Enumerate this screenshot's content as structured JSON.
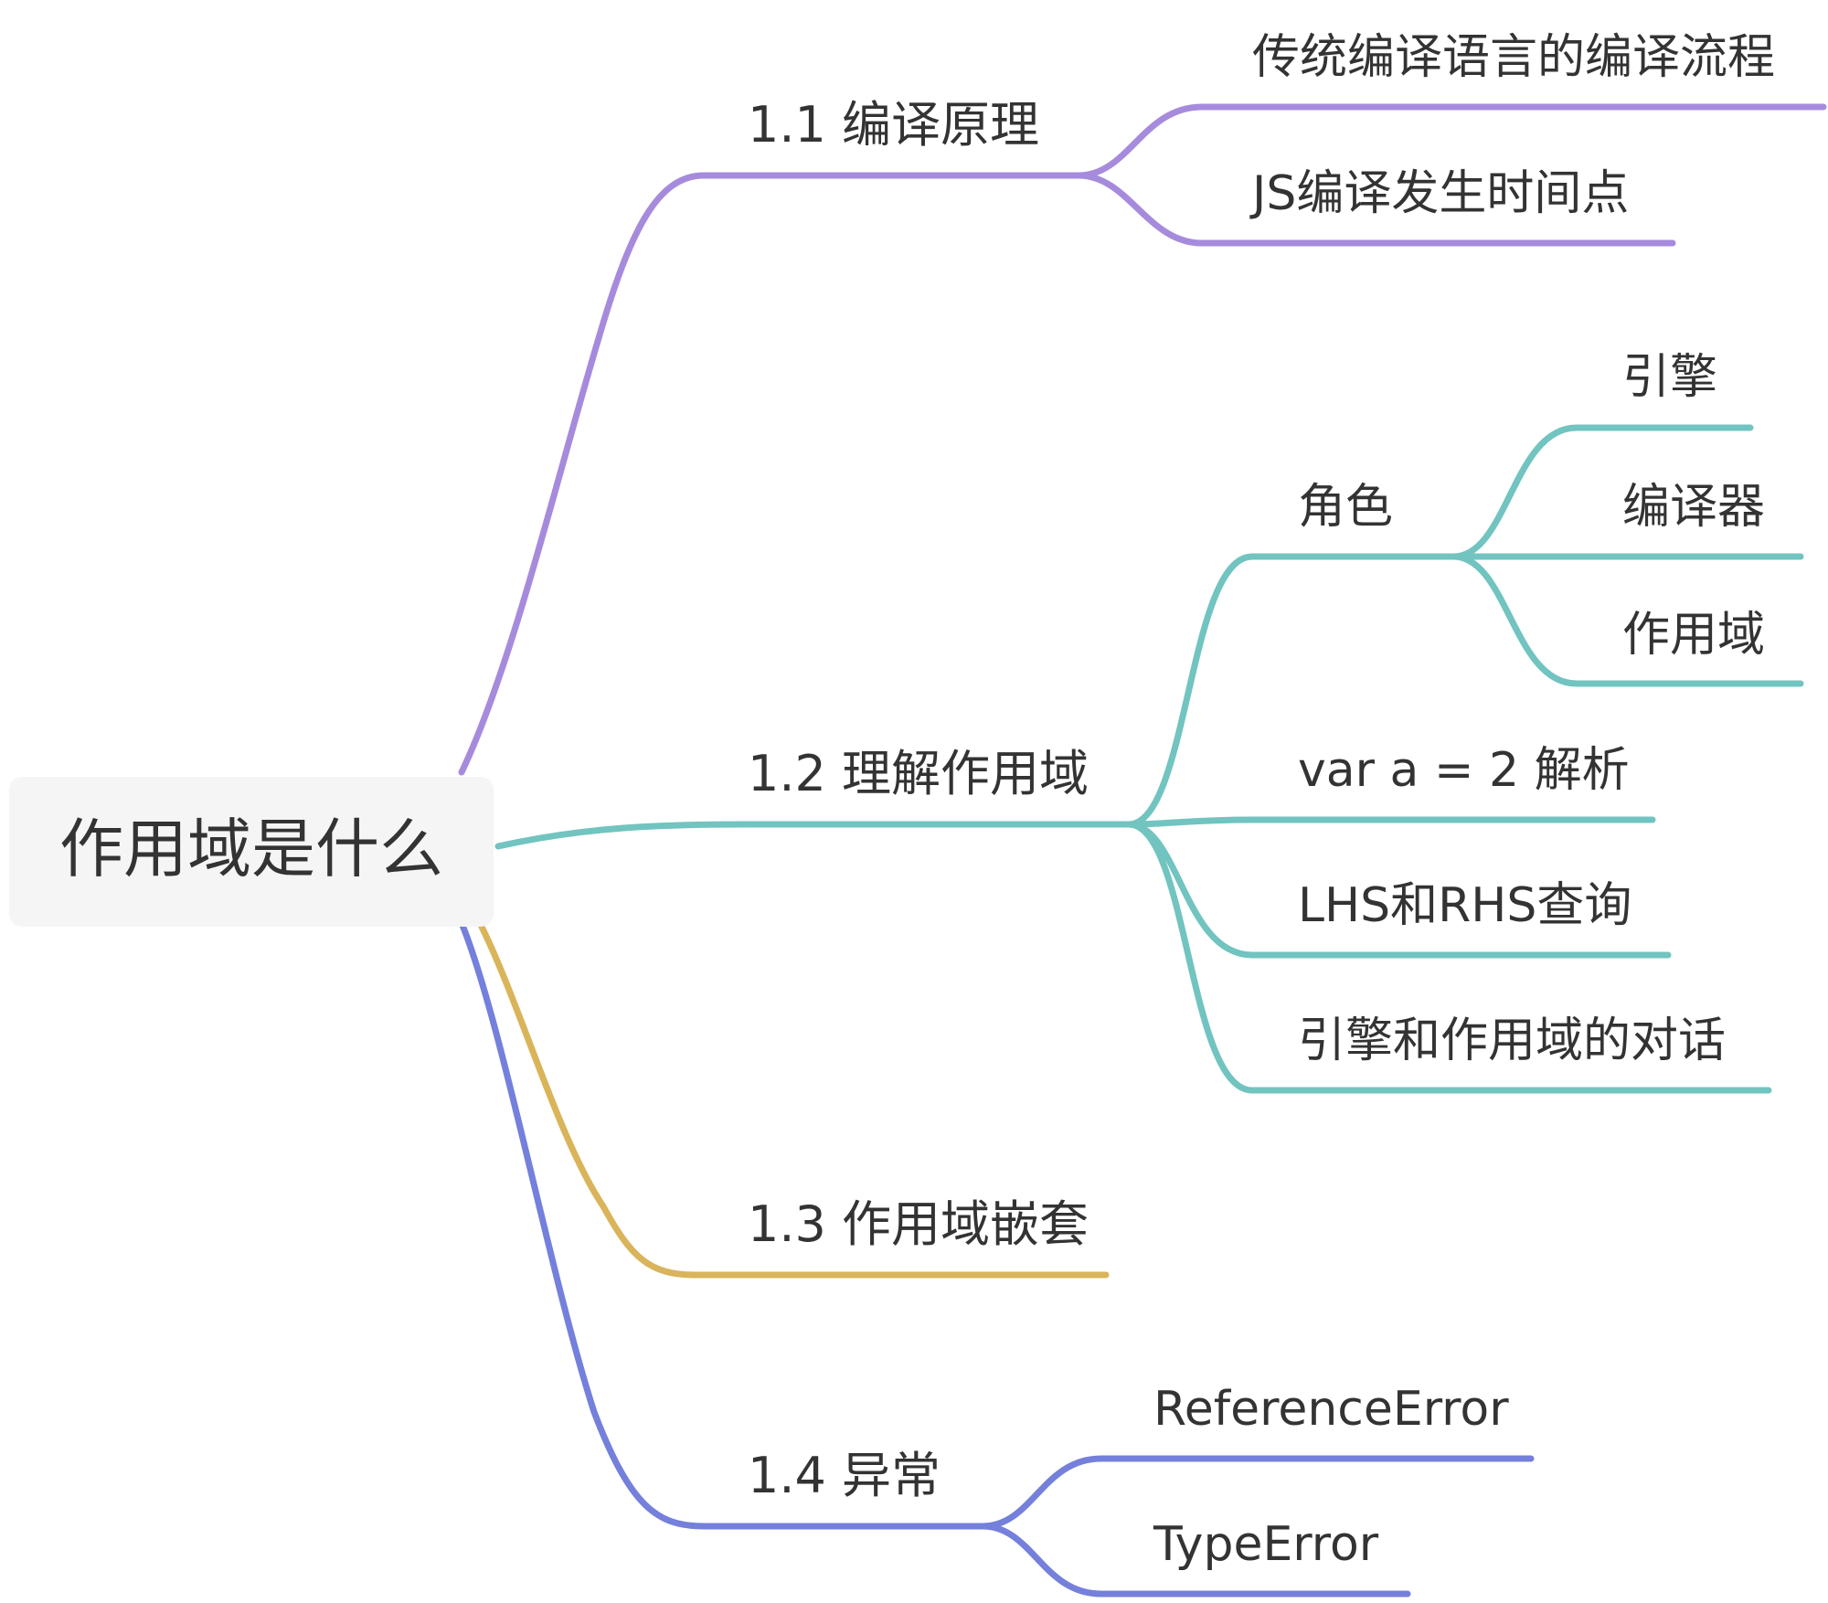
{
  "root": {
    "label": "作用域是什么"
  },
  "branches": [
    {
      "label": "1.1 编译原理",
      "color": "#A68BDD",
      "children": [
        {
          "label": "传统编译语言的编译流程"
        },
        {
          "label": "JS编译发生时间点"
        }
      ]
    },
    {
      "label": "1.2 理解作用域",
      "color": "#71C4C0",
      "children": [
        {
          "label": "角色",
          "children": [
            {
              "label": "引擎"
            },
            {
              "label": "编译器"
            },
            {
              "label": "作用域"
            }
          ]
        },
        {
          "label": "var a = 2 解析"
        },
        {
          "label": "LHS和RHS查询"
        },
        {
          "label": "引擎和作用域的对话"
        }
      ]
    },
    {
      "label": "1.3 作用域嵌套",
      "color": "#D9B45A",
      "children": []
    },
    {
      "label": "1.4 异常",
      "color": "#7480DB",
      "children": [
        {
          "label": "ReferenceError"
        },
        {
          "label": "TypeError"
        }
      ]
    }
  ]
}
